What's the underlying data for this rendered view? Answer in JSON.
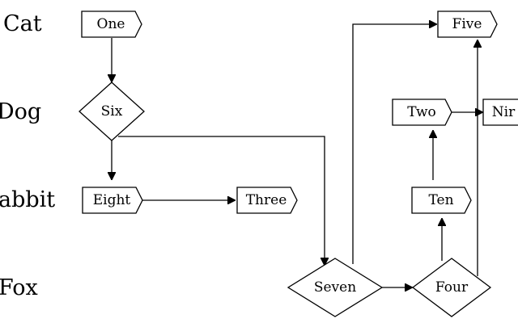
{
  "lanes": [
    {
      "label": "Cat"
    },
    {
      "label": "Dog"
    },
    {
      "label": "abbit"
    },
    {
      "label": "Fox"
    }
  ],
  "nodes": {
    "one": {
      "label": "One",
      "shape": "tag"
    },
    "six": {
      "label": "Six",
      "shape": "diamond"
    },
    "eight": {
      "label": "Eight",
      "shape": "tag"
    },
    "three": {
      "label": "Three",
      "shape": "tag"
    },
    "seven": {
      "label": "Seven",
      "shape": "diamond"
    },
    "four": {
      "label": "Four",
      "shape": "diamond"
    },
    "ten": {
      "label": "Ten",
      "shape": "tag"
    },
    "two": {
      "label": "Two",
      "shape": "tag"
    },
    "five": {
      "label": "Five",
      "shape": "tag"
    },
    "nine": {
      "label": "Nir",
      "shape": "tag"
    }
  },
  "edges": [
    {
      "from": "One",
      "to": "Six"
    },
    {
      "from": "Six",
      "to": "Eight"
    },
    {
      "from": "Six",
      "to": "Seven"
    },
    {
      "from": "Eight",
      "to": "Three"
    },
    {
      "from": "Seven",
      "to": "Four"
    },
    {
      "from": "Seven",
      "to": "Five"
    },
    {
      "from": "Four",
      "to": "Ten"
    },
    {
      "from": "Four",
      "to": "Five"
    },
    {
      "from": "Ten",
      "to": "Two"
    },
    {
      "from": "Two",
      "to": "Nir"
    }
  ]
}
